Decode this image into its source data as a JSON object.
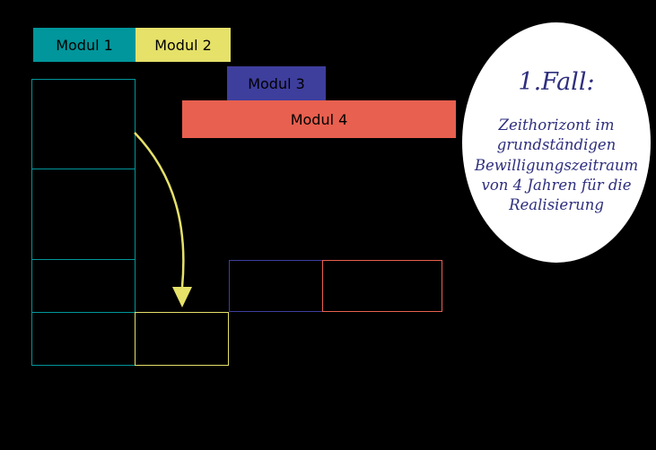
{
  "colors": {
    "background": "#000000",
    "teal": "#00969B",
    "yellow": "#E5E169",
    "indigo": "#3E3E9D",
    "red": "#E8604F",
    "ellipse_bg": "#FFFFFF",
    "ellipse_text": "#2E2E7E"
  },
  "modules": [
    {
      "label": "Modul 1"
    },
    {
      "label": "Modul 2"
    },
    {
      "label": "Modul 3"
    },
    {
      "label": "Modul 4"
    }
  ],
  "callout": {
    "title": "1.Fall:",
    "body": "Zeithorizont im grundständigen Bewilligungszeitraum von 4 Jahren für die Realisierung"
  }
}
